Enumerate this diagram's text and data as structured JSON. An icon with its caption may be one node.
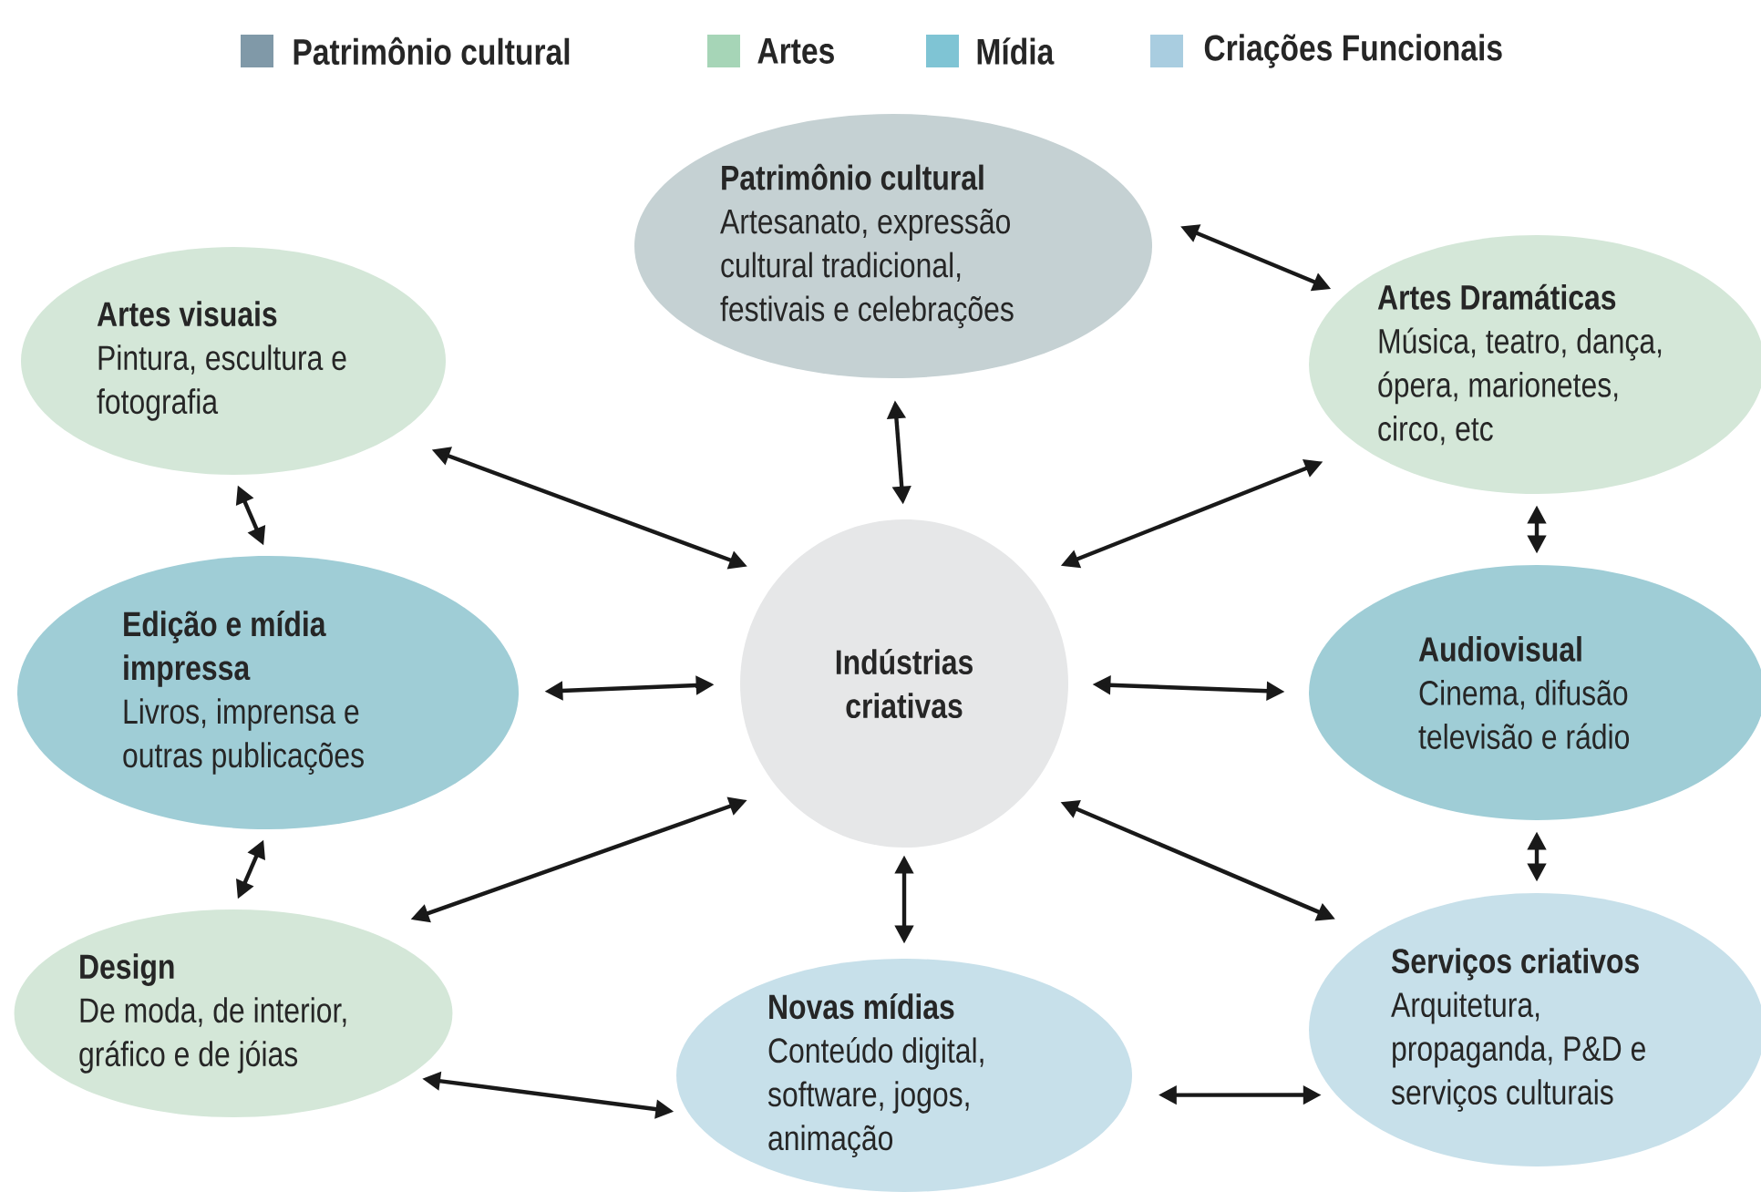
{
  "diagram": {
    "nodes": [
      {
        "text": [
          "Patrimônio cultural",
          "Artesanato, expressão cultural tradicional, festivais e celebrações"
        ]
      },
      {
        "text": [
          "Artes visuais",
          "Pintura, escultura e fotografia"
        ]
      },
      {
        "text": [
          "Artes Dramáticas",
          "Música, teatro, dança, ópera, marionetes, circo, etc"
        ]
      },
      {
        "text": [
          "Edição e mídia impressa",
          "Livros, imprensa e outras publicações"
        ]
      },
      {
        "text": [
          "Indústrias criativas"
        ]
      },
      {
        "text": [
          "Audiovisual",
          "Cinema, difusão televisão e rádio"
        ]
      },
      {
        "text": [
          "Design",
          "De moda, de interior, gráfico e de jóias"
        ]
      },
      {
        "text": [
          "Serviços criativos",
          "Arquitetura, propaganda, P&D e serviços culturais"
        ]
      },
      {
        "text": [
          "Novas mídias",
          "Conteúdo digital, software, jogos, animação"
        ]
      }
    ],
    "edges": [
      {
        "from": 0,
        "to": 4,
        "arrow": "both"
      },
      {
        "from": 0,
        "to": 2,
        "arrow": "both"
      },
      {
        "from": 1,
        "to": 3,
        "arrow": "both"
      },
      {
        "from": 2,
        "to": 5,
        "arrow": "both"
      },
      {
        "from": 4,
        "to": 1,
        "arrow": "both"
      },
      {
        "from": 4,
        "to": 2,
        "arrow": "both"
      },
      {
        "from": 3,
        "to": 4,
        "arrow": "both"
      },
      {
        "from": 4,
        "to": 5,
        "arrow": "both"
      },
      {
        "from": 3,
        "to": 6,
        "arrow": "both"
      },
      {
        "from": 5,
        "to": 7,
        "arrow": "both"
      },
      {
        "from": 4,
        "to": 6,
        "arrow": "both"
      },
      {
        "from": 4,
        "to": 7,
        "arrow": "both"
      },
      {
        "from": 4,
        "to": 8,
        "arrow": "both"
      },
      {
        "from": 6,
        "to": 8,
        "arrow": "both"
      },
      {
        "from": 8,
        "to": 7,
        "arrow": "both"
      }
    ],
    "legend": [
      {
        "text": "Patrimônio cultural",
        "color": "#8099a8"
      },
      {
        "text": "Artes",
        "color": "#a6d5b7"
      },
      {
        "text": "Mídia",
        "color": "#7fc4d4"
      },
      {
        "text": "Criações Funcionais",
        "color": "#a9cde0"
      }
    ]
  }
}
